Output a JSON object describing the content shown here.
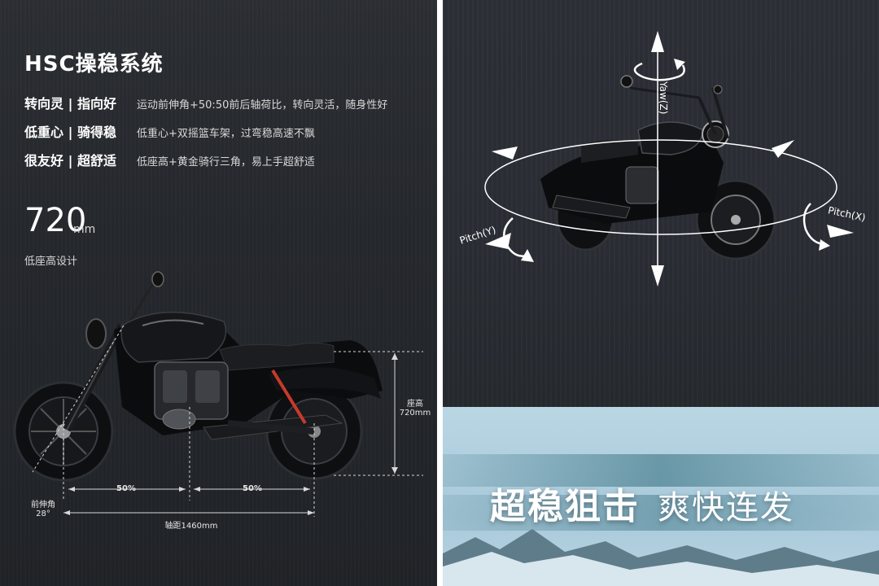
{
  "left_panel": {
    "title": "HSC操稳系统",
    "features": [
      {
        "key": "转向灵 | 指向好",
        "desc": "运动前伸角+50:50前后轴荷比，转向灵活，随身性好"
      },
      {
        "key": "低重心 | 骑得稳",
        "desc": "低重心+双摇篮车架，过弯稳高速不飘"
      },
      {
        "key": "很友好 | 超舒适",
        "desc": "低座高+黄金骑行三角，易上手超舒适"
      }
    ],
    "seat_height": {
      "value": "720",
      "unit": "mm",
      "caption": "低座高设计"
    },
    "dimensions": {
      "front_ratio": "50%",
      "rear_ratio": "50%",
      "seat_label_line1": "座高",
      "seat_label_line2": "720mm",
      "rake_label_line1": "前伸角",
      "rake_label_line2": "28°",
      "wheelbase": "轴距1460mm"
    }
  },
  "right_panel": {
    "axes": {
      "yaw": "Yaw(Z)",
      "pitch_y": "Pitch(Y)",
      "pitch_x": "Pitch(X)"
    },
    "slogan_main": "超稳狙击",
    "slogan_sub": "爽快连发"
  },
  "colors": {
    "dark_bg": "#25282d",
    "sky_bg": "#b9d6e3",
    "text_white": "#ffffff",
    "text_gray": "#d8d8d8"
  }
}
